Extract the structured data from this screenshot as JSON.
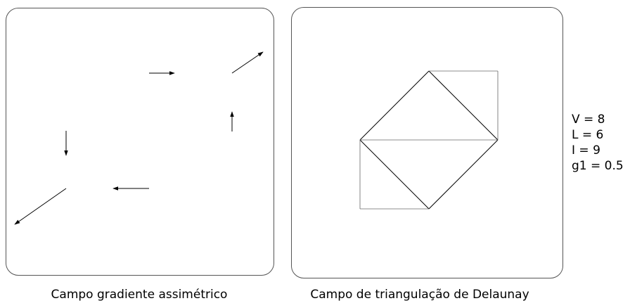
{
  "panels": {
    "left": {
      "caption": "Campo gradiente assimétrico"
    },
    "right": {
      "caption": "Campo de triangulação de Delaunay"
    }
  },
  "stats": [
    {
      "label": "V",
      "value": "8"
    },
    {
      "label": "L",
      "value": "6"
    },
    {
      "label": "I",
      "value": "9"
    },
    {
      "label": "g1",
      "value": "0.5"
    }
  ],
  "colors": {
    "panel_border": "#555555",
    "stroke": "#000000",
    "light_edge": "#777777"
  }
}
